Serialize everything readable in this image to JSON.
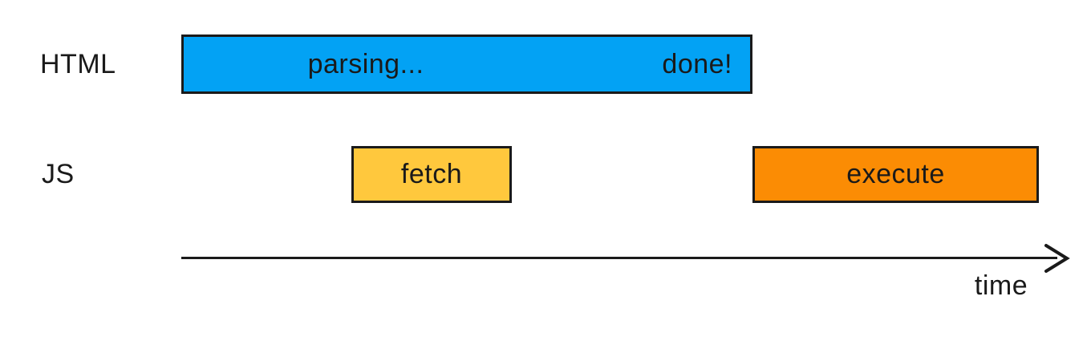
{
  "rows": {
    "html": {
      "label": "HTML"
    },
    "js": {
      "label": "JS"
    }
  },
  "bars": {
    "parsing": {
      "label": "parsing...",
      "done_label": "done!"
    },
    "fetch": {
      "label": "fetch"
    },
    "execute": {
      "label": "execute"
    }
  },
  "axis": {
    "label": "time"
  },
  "colors": {
    "parsing_bar": "#03A2F4",
    "fetch_bar": "#FFC83D",
    "execute_bar": "#FB8C04",
    "ink": "#1A1A1A",
    "background": "#FFFFFF"
  }
}
